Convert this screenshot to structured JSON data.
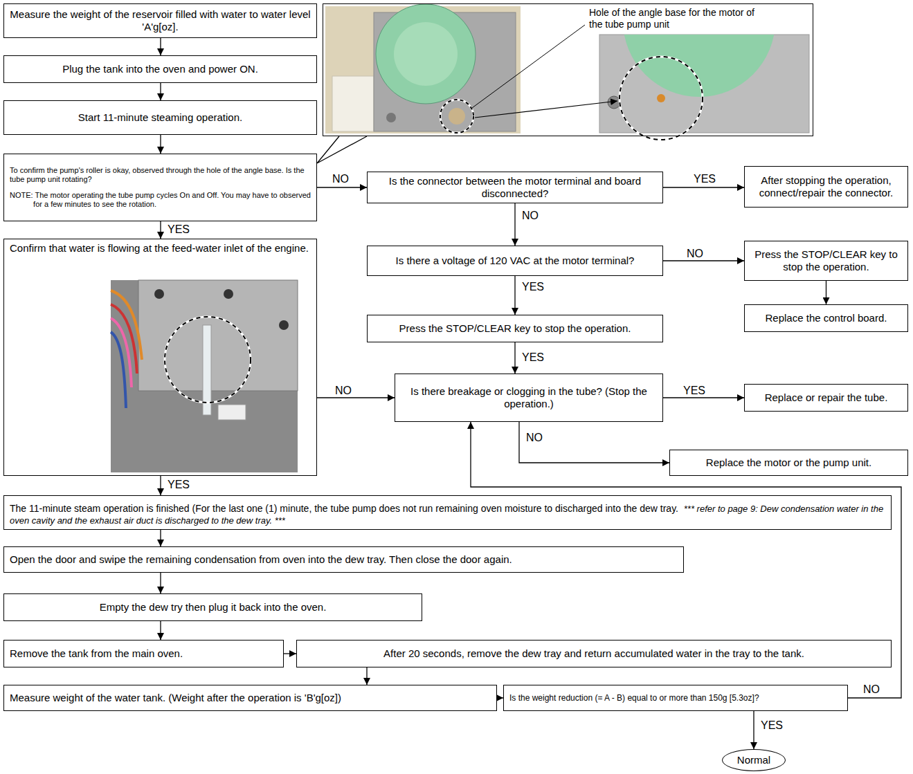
{
  "diagram": {
    "nodes": [
      {
        "text": [
          "Measure the weight of the reservoir filled with water to water level 'A'g[oz]."
        ]
      },
      {
        "text": [
          "Plug the tank into the oven and power ON."
        ]
      },
      {
        "text": [
          "Start 11-minute steaming operation."
        ]
      },
      {
        "text": [
          "To confirm the pump's roller is okay, observed through the hole of the angle base. Is the tube pump unit rotating?",
          "NOTE: The motor operating the tube pump cycles On and Off. You may have to observed for a few minutes to see the rotation."
        ]
      },
      {
        "text": [
          "Hole of the angle base for the motor of the tube pump unit"
        ]
      },
      {
        "text": [
          "Is the connector between the motor terminal and board disconnected?"
        ]
      },
      {
        "text": [
          "After stopping the operation, connect/repair the connector."
        ]
      },
      {
        "text": [
          "Is there a voltage of 120 VAC at the motor terminal?"
        ]
      },
      {
        "text": [
          "Press the STOP/CLEAR key to stop the operation."
        ]
      },
      {
        "text": [
          "Replace the control board."
        ]
      },
      {
        "text": [
          "Press the STOP/CLEAR key to stop the operation."
        ]
      },
      {
        "text": [
          "Confirm that water is flowing at the feed-water inlet of the engine."
        ]
      },
      {
        "text": [
          "Is there breakage or clogging in the tube? (Stop the operation.)"
        ]
      },
      {
        "text": [
          "Replace or repair the tube."
        ]
      },
      {
        "text": [
          "Replace the motor or the pump unit."
        ]
      },
      {
        "text": [
          "The 11-minute steam operation is finished (For the last one (1) minute, the tube pump does not run remaining oven moisture to discharged into the dew tray.",
          "*** refer to page 9: Dew condensation water in the oven cavity and the exhaust air duct is discharged to the dew tray. ***"
        ]
      },
      {
        "text": [
          "Open the door and swipe the remaining condensation from oven into the dew tray. Then close the door again."
        ]
      },
      {
        "text": [
          "Empty the dew try then plug it back into the oven."
        ]
      },
      {
        "text": [
          "Remove the tank from the main oven."
        ]
      },
      {
        "text": [
          "After 20 seconds, remove the dew tray and return accumulated water in the tray to the tank."
        ]
      },
      {
        "text": [
          "Measure weight of the water tank. (Weight after the operation is 'B'g[oz])"
        ]
      },
      {
        "text": [
          "Is the weight reduction (= A - B) equal to or more than 150g [5.3oz]?"
        ]
      },
      {
        "text": [
          "Normal"
        ]
      }
    ],
    "edges": [
      {
        "from": 0,
        "to": 1,
        "arrow": "to"
      },
      {
        "from": 1,
        "to": 2,
        "arrow": "to"
      },
      {
        "from": 2,
        "to": 3,
        "arrow": "to"
      },
      {
        "from": 3,
        "to": 5,
        "label": "NO",
        "arrow": "to"
      },
      {
        "from": 3,
        "to": 4,
        "arrow": "none"
      },
      {
        "from": 5,
        "to": 6,
        "label": "YES",
        "arrow": "to"
      },
      {
        "from": 5,
        "to": 7,
        "label": "NO",
        "arrow": "to"
      },
      {
        "from": 7,
        "to": 8,
        "label": "NO",
        "arrow": "to"
      },
      {
        "from": 8,
        "to": 9,
        "arrow": "to"
      },
      {
        "from": 7,
        "to": 10,
        "label": "YES",
        "arrow": "to"
      },
      {
        "from": 10,
        "to": 12,
        "label": "YES",
        "arrow": "to"
      },
      {
        "from": 3,
        "to": 11,
        "label": "YES",
        "arrow": "to"
      },
      {
        "from": 11,
        "to": 12,
        "label": "NO",
        "arrow": "to"
      },
      {
        "from": 12,
        "to": 13,
        "label": "YES",
        "arrow": "to"
      },
      {
        "from": 12,
        "to": 14,
        "label": "NO",
        "arrow": "to"
      },
      {
        "from": 11,
        "to": 15,
        "label": "YES",
        "arrow": "to"
      },
      {
        "from": 15,
        "to": 16,
        "arrow": "to"
      },
      {
        "from": 16,
        "to": 17,
        "arrow": "to"
      },
      {
        "from": 17,
        "to": 18,
        "arrow": "to"
      },
      {
        "from": 18,
        "to": 19,
        "arrow": "to"
      },
      {
        "from": 19,
        "to": 20,
        "arrow": "to"
      },
      {
        "from": 20,
        "to": 21,
        "arrow": "to"
      },
      {
        "from": 21,
        "to": 22,
        "label": "YES",
        "arrow": "to"
      },
      {
        "from": 21,
        "to": 12,
        "label": "NO",
        "arrow": "to"
      }
    ]
  }
}
